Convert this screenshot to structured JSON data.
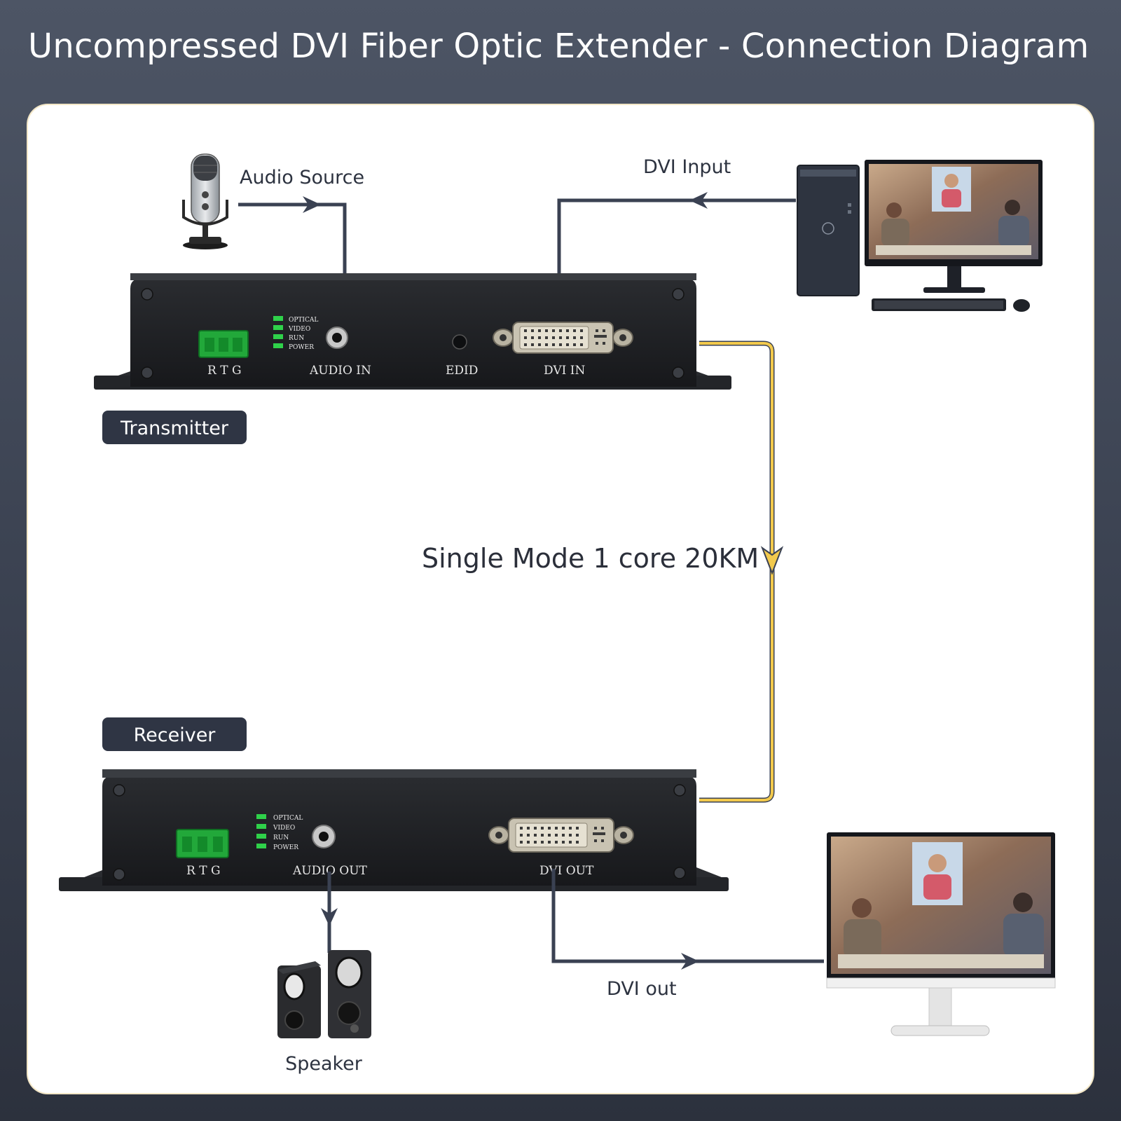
{
  "title": "Uncompressed DVI Fiber Optic Extender - Connection Diagram",
  "labels": {
    "audio_source": "Audio Source",
    "dvi_input": "DVI Input",
    "fiber": "Single Mode 1 core 20KM",
    "dvi_out": "DVI out",
    "speaker": "Speaker"
  },
  "transmitter": {
    "badge": "Transmitter",
    "ports": {
      "rtg": "R T G",
      "audio": "AUDIO IN",
      "edid": "EDID",
      "dvi": "DVI IN"
    },
    "leds": [
      "OPTICAL",
      "VIDEO",
      "RUN",
      "POWER"
    ]
  },
  "receiver": {
    "badge": "Receiver",
    "ports": {
      "rtg": "R T G",
      "audio": "AUDIO OUT",
      "dvi": "DVI OUT"
    },
    "leds": [
      "OPTICAL",
      "VIDEO",
      "RUN",
      "POWER"
    ]
  },
  "colors": {
    "background": "#3a4150",
    "cable": "#3a4152",
    "fiber": "#f2c94c",
    "device": "#1f2124",
    "badge": "#2f3544"
  },
  "icons": [
    "microphone-icon",
    "desktop-pc-icon",
    "monitor-icon",
    "keyboard-icon",
    "mouse-icon",
    "speaker-icon"
  ]
}
